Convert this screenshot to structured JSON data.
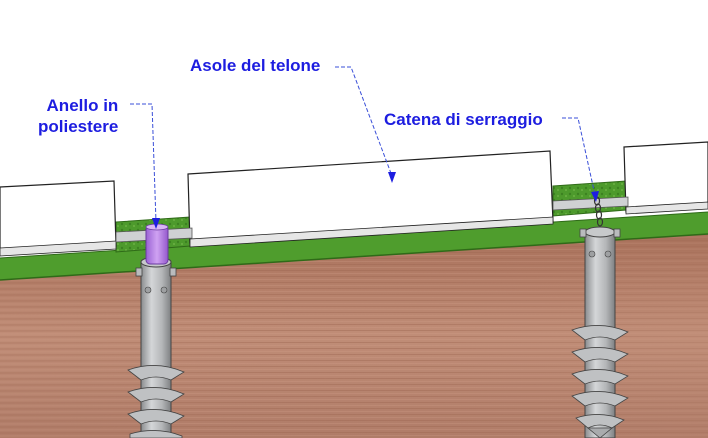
{
  "labels": {
    "asole": "Asole del telone",
    "anello_line1": "Anello in",
    "anello_line2": "poliestere",
    "catena": "Catena di serraggio"
  },
  "colors": {
    "label_text": "#1d1de0",
    "leader_line": "#3a4fd8",
    "grass": "#4c9a2a",
    "soil": "#b8826a",
    "ring": "#b27ee0",
    "anchor": "#a7a9ab",
    "tarp": "#ffffff"
  },
  "icons": [
    "arrow-icon",
    "anchor-screw-icon",
    "ring-icon",
    "chain-icon"
  ]
}
